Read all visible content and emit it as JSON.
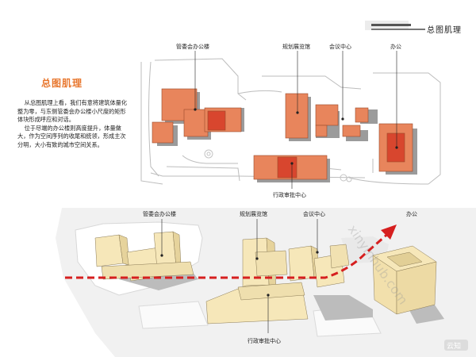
{
  "header": {
    "title": "总图肌理"
  },
  "intro": {
    "title": "总图肌理",
    "paragraphs": [
      "从总图肌理上看，我们有意将建筑体量化整为零，与东侧管委会办公楼小尺度的矩形体块形成呼应和对话。",
      "位于尽端的办公楼则高度提升，体量做大，作为空间序列的收尾和统领，形成主次分明，大小有致的城市空间关系。"
    ]
  },
  "top_plan": {
    "labels": {
      "guanweihui": "管委会办公楼",
      "guihua": "规划展览馆",
      "huiyi": "会议中心",
      "bangong": "办公",
      "xingzheng": "行政审批中心"
    }
  },
  "bottom_axon": {
    "labels": {
      "guanweihui": "管委会办公楼",
      "guihua": "规划展览馆",
      "huiyi": "会议中心",
      "bangong": "办公",
      "xingzheng": "行政审批中心"
    }
  },
  "watermark": {
    "text": "xinyinhub.com",
    "logo": "云知"
  },
  "colors": {
    "accent_orange": "#e8772e",
    "mass_orange": "#e8855c",
    "mass_dark": "#d8462e",
    "mass_cream": "#f6e7b9",
    "arrow_red": "#d61f1f"
  }
}
